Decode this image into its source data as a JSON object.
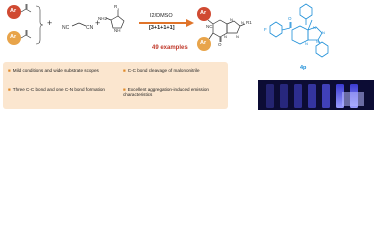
{
  "reactants": {
    "group_label": "Ar",
    "plus_symbol": "+",
    "malononitrile_labels": [
      "NC",
      "CN"
    ],
    "aminotriazole": {
      "r_label": "R",
      "r_index": "1",
      "nh2_label": "NH2",
      "nh_label": "N",
      "h_label": "H"
    }
  },
  "conditions": {
    "reagent": "I2/DMSO",
    "annulation": "[3+1+1+1]",
    "examples": "49 examples"
  },
  "product": {
    "ar_labels": [
      "Ar",
      "Ar"
    ],
    "cn_label": "NC",
    "n_labels": [
      "N",
      "N",
      "N",
      "N"
    ],
    "r_label": "R1",
    "o_label": "O"
  },
  "featured": {
    "f_label": "F",
    "o_label": "O",
    "n_labels": [
      "N",
      "N",
      "N",
      "N"
    ],
    "compound_id": "4p"
  },
  "highlights": [
    "Mild conditions and wide substrate scopes",
    "C-C bond cleavage of malononitrile",
    "Three C-C bond and one C-N bond formation",
    "Excellent aggregation-induced emission characteristics"
  ],
  "colors": {
    "ar_circle": "#d04a32",
    "ar_circle_light": "#e8a44a",
    "arrow": "#e0742a",
    "highlight_bg": "#fbe6cf",
    "bullet": "#e08a2a",
    "featured_structure": "#1e8fd8",
    "photo_bg": "#0c0c34"
  }
}
